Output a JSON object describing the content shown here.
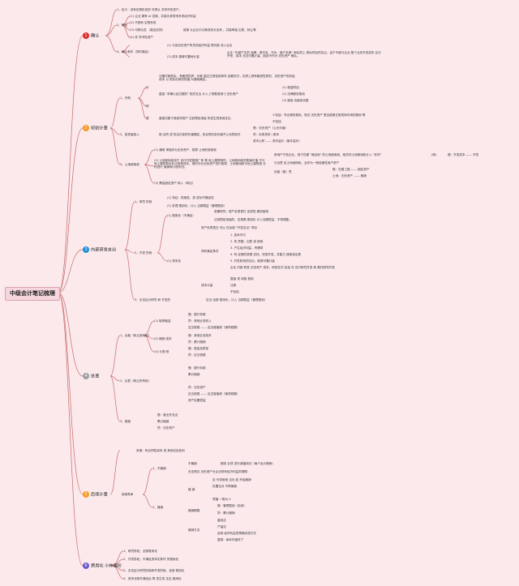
{
  "root": "中级会计笔记梳理",
  "colors": {
    "line": "#c86a6a",
    "b1": "#e02b2b",
    "b2": "#f59a23",
    "b3": "#1a8fd6",
    "b4": "#9aa0a6",
    "b5": "#f59a23",
    "b6": "#6a5acd"
  },
  "branches": [
    {
      "num": "1",
      "label": "确认",
      "color": "#e02b2b"
    },
    {
      "num": "2",
      "label": "初始计量",
      "color": "#f59a23"
    },
    {
      "num": "3",
      "label": "内部研发支出",
      "color": "#1a8fd6"
    },
    {
      "num": "4",
      "label": "处置",
      "color": "#9aa0a6"
    },
    {
      "num": "5",
      "label": "后续计量",
      "color": "#f59a23"
    },
    {
      "num": "6",
      "label": "费用化 小神强形",
      "color": "#6a5acd"
    }
  ],
  "b1": {
    "n1": "1、定义：没有实物形态的 可辨认 非货币性资产。",
    "n2": "2、特征",
    "n2a": "(1) 企业 拥有 or 控制，并能为其带来未来经济利益",
    "n2b": "(2) 不具有 实物形态",
    "n2c": "(3) 可辨认性 （能否区别）",
    "n2c2": "能够 从企业中分离或划分出来 ，并能单独 出售、转让等",
    "n2d": "(4) 非 货币性资产",
    "n3": "3、确认条件（同时满足）",
    "n3a": "(1) 与该无形资产有关的经济利益 很可能 流入企业",
    "n3b": "(2) 成本 能够可靠地计量",
    "n3b2": "企业 \"内部产生的 品牌、报刊名、刊头、客户名单\" 和实质上 类似项目的支出，由于不能与企业 整个业务开发成本 区分开来，成本 无法可靠计量，因此不作为 无形资产 确认。"
  },
  "b2": {
    "n1": "1、外购",
    "n1a": "价",
    "n1a1": "分期付款购买，有融资性质：价款 超过正常信用条件 延期支付，实质上具有融资性质的，无形资产的初始成本 以 购买价款的现值 为基础确定。",
    "n1a2": "直接 \"本期以后归属的\" 相关支出 计入 [\"销售费用\"] 无形资产",
    "n1a2a": "(1) 税金附加",
    "n1a2b": "(2) 法律服务费用",
    "n1a2c": "(3) 使用 功能测试费",
    "n1b": "税",
    "n1c": "费",
    "n1c1": "直接归属于使该项资产 达到预定用途 所发生的其他支出",
    "n1c1a": "①包括：专业服务费用、测试 无形资产 是否能够正常发挥作用的费用 等",
    "n1c1b": "不包括",
    "n2": "2、投资者投入",
    "n2a": "按 合同 或 协议约定的价值确定，但合同约定价值不公允的除外",
    "n2b1": "借：无形资产（公允价值）",
    "n2b2": "贷：实收资本 / 股本",
    "n2b3": "资本公积 —— 资本溢价（股本溢价）",
    "n3": "3、土地使用权",
    "n3a": "(1) 通常 单独作为无形资产，核算 土地的使用权",
    "n3b": "(2) 土地使用权用于 自行开发建造厂房 等 地上建筑物时，土地使用权的账面价值 不与地上建筑物合并计算其成本，而仍作为无形资产进行核算，土地使用权与地上建筑物 分别进行 摊销和计提折旧。",
    "n3b1": "房地产开发企业，用于在建 \"商品房\" 的土地使用权，相关的土地使用权计入 \"存货\"",
    "n3b2": "已出售 自土地使用权，且作为一般经营性用户资产",
    "n3b3": "(转)",
    "n3b4": "借：开发成本 —— 开发",
    "n3b5": "出租（租）赁",
    "n3c": "(3) 需由固定资产 转入（转出）",
    "n3c1": "借：在建工程 —— 固定资产",
    "n3c2": "土地：无形资产 —— 摊销"
  },
  "b3": {
    "n1": "1、研究 阶段",
    "n1a": "(1) 特征：探索性，其 成功不确定性",
    "n1b": "(2) 处理 费用化，计入 当期损益（管理费用）",
    "n2": "2、开发 阶段",
    "n2a": "(1) 费用化（不满足）",
    "n2a1": "前期研究：资产负债表日 实质性 期初使用",
    "n2a2": "达到预定用途的，应按照 费用化 计入当期损益，不再调整。",
    "n2b": "(2) 资本化",
    "n2b0": "资产负债表日 可以 在全部 \"开发支出\" 项目",
    "n2b1": "同时满足条件",
    "n2b1a": "1. 技术可行",
    "n2b1b": "2. 有 意图，出售 或 使用",
    "n2b1c": "3. 产生经济利益，有需求",
    "n2b1d": "4. 有 足够的资源 支持，完成开发，并能力 使用或出售",
    "n2b1e": "5. 开发阶段的支出，能够可靠计量",
    "n2b1f": "企业 内部 研发 无形资产 成本，研发形式 包括 在 自行研究开发 和 委托研究开发",
    "n2b2": "成本计量",
    "n2b2a": "直接 或 间接 费用",
    "n2b2b": "注册",
    "n2b2c": "不包括",
    "n3": "3、无法区分研究 和 开发的",
    "n3a": "应当 全部 费用化，计入 当期损益（管理费用）"
  },
  "b4": {
    "n1": "1、出租（转让使用权）",
    "n1a": "(1) 取得租金",
    "n1a1": "借：银行存款",
    "n1a2": "贷：其他业务收入",
    "n1a3": "应交税费 —— 应交增值税（销项税额）",
    "n1b": "(2) 摊销 成本",
    "n1b1": "借：其他业务成本",
    "n1b2": "贷：累计摊销",
    "n1c": "(3) 计提 税",
    "n1c1": "借：税金及附加",
    "n1c2": "贷：应交税费",
    "n2": "2、出售（转让所有权）",
    "n2a": "借：银行存款",
    "n2b": "累计摊销",
    "n2c": "贷：无形资产",
    "n2d": "应交税费 —— 应交增值税（销项税额）",
    "n2e": "资产处置损益",
    "n3": "3、报废",
    "n3a": "借：营业外支出",
    "n3b": "累计摊销",
    "n3c": "贷：无形资产"
  },
  "b5": {
    "n0": "使用寿命",
    "n0a": "来源：有合同性权利 或 其他法定权利",
    "n1": "1、不摊销",
    "n1a": "不摊销",
    "n1a1": "期末 必须 进行减值测试（每个会计期间）",
    "n1b": "无法预见 无形资产为企业带来经济利益的期限",
    "n2": "2、摊销",
    "n2a": "摊 销",
    "n2a1": "自 可供使用 当月 起 开始摊销",
    "n2a2": "处置当月 不再摊销",
    "n2a3": "残值 一般为 0",
    "n2b": "摊销期限",
    "n2b1": "借：管理费用（自用）",
    "n2b2": "贷：累计摊销",
    "n2c": "摊销方法",
    "n2c1": "直线法",
    "n2c2": "产量法",
    "n2c3": "反映 经济利益的预期实现方式",
    "n2c4": "复核：每年年度终了"
  },
  "b6": {
    "n1": "1、研究阶段，全部费用化",
    "n2": "2、开发阶段，不满足资本化条件 的费用化",
    "n3": "3、无法区分研究阶段和开发阶段，全部 费用化",
    "n4": "4、资本化条件满足后 再 发生的 支出 费用化"
  }
}
